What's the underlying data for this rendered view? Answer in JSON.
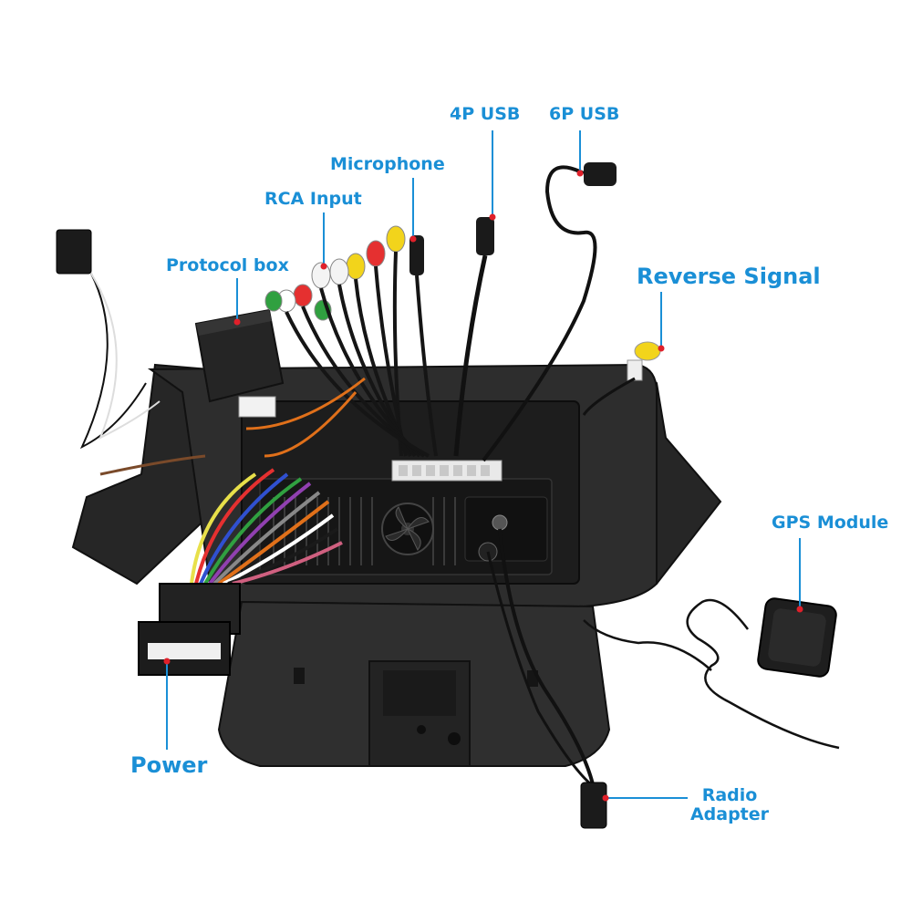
{
  "labels": {
    "usb4": "4P USB",
    "usb6": "6P USB",
    "microphone": "Microphone",
    "rca_input": "RCA Input",
    "protocol_box": "Protocol box",
    "reverse_signal": "Reverse Signal",
    "gps_module": "GPS Module",
    "power": "Power",
    "radio_adapter_line1": "Radio",
    "radio_adapter_line2": "Adapter"
  },
  "colors": {
    "label": "#1a8fd6",
    "leader_line": "#1a8fd6",
    "leader_dot": "#e0202a",
    "housing": "#2b2b2b",
    "background": "#ffffff"
  }
}
